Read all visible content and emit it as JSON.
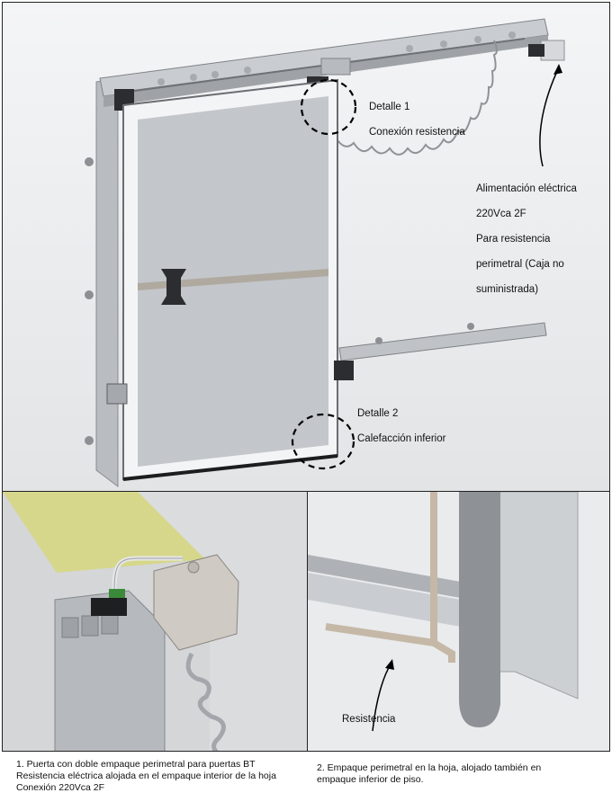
{
  "top": {
    "detail1": {
      "title": "Detalle 1",
      "subtitle": "Conexión resistencia"
    },
    "detail2": {
      "title": "Detalle 2",
      "subtitle": "Calefacción inferior"
    },
    "power": {
      "line1": "Alimentación eléctrica",
      "line2": "220Vca 2F",
      "line3": "Para resistencia",
      "line4": "perimetral (Caja no",
      "line5": "suministrada)"
    }
  },
  "bottom_right": {
    "label": "Resistencia"
  },
  "captions": {
    "left": {
      "line1": "1. Puerta con doble empaque perimetral para puertas BT",
      "line2": "Resistencia eléctrica alojada en el empaque interior de la hoja",
      "line3": "Conexión 220Vca 2F"
    },
    "right": {
      "line1": "2. Empaque perimetral en la hoja, alojado también en",
      "line2": "empaque inferior de piso."
    }
  }
}
